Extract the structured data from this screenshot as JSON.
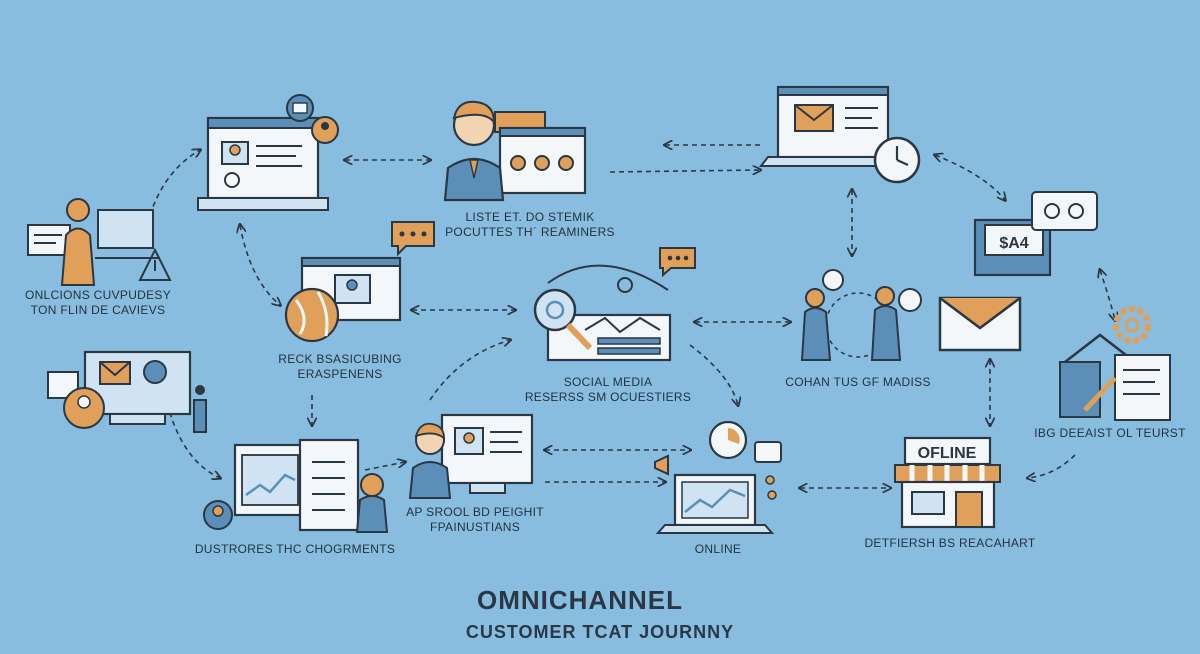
{
  "title": "OMNICHANNEL",
  "subtitle": "CUSTOMER TCAT JOURNNY",
  "colors": {
    "background": "#89bde0",
    "ink": "#2a3745",
    "accent_orange": "#e0a05a",
    "panel_white": "#f4f7fa",
    "screen_blue": "#cfe3f2"
  },
  "nodes": {
    "left_person": {
      "line1": "ONLCIONS  CUVPUDESY",
      "line2": "TON FLIN DE CAVIEVS"
    },
    "top_person": {
      "line1": "LISTE ET.  DO  STEMIK",
      "line2": "POCUTTES TH´ REAMINERS"
    },
    "research": {
      "line1": "RECK BSASICUBING",
      "line2": "ERASPENENS"
    },
    "social_media": {
      "line1": "SOCIAL MEDIA",
      "line2": "RESERSS SM OCUESTIERS"
    },
    "conversation": {
      "line1": "COHAN TUS GF MADISS"
    },
    "right_person": {
      "line1": "IBG DEEAIST OL TEURST"
    },
    "bottom_left": {
      "line1": "DUSTRORES THC CHOGRMENTS"
    },
    "bottom_person": {
      "line1": "AP SROOL BD PEIGHIT",
      "line2": "FPAINUSTIANS"
    },
    "online": {
      "line1": "ONLINE"
    },
    "offline_store": {
      "line1": "DETFIERSH  BS REACAHART",
      "sign": "OFLINE"
    },
    "price_tag": {
      "text": "$A4"
    }
  }
}
